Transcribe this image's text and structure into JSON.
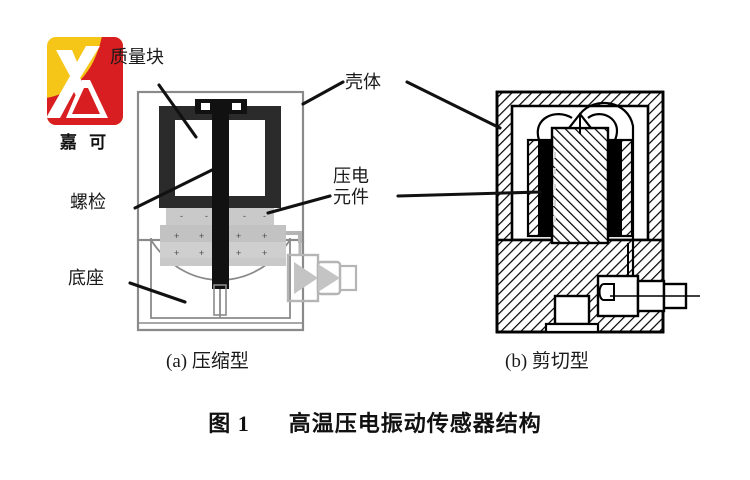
{
  "figure": {
    "title_number": "图 1",
    "title_text": "高温压电振动传感器结构",
    "subcaptions": [
      {
        "id": "a",
        "label": "(a) 压缩型"
      },
      {
        "id": "b",
        "label": "(b) 剪切型"
      }
    ]
  },
  "watermark": {
    "name": "jiake-logo",
    "text": "嘉 可",
    "colors": {
      "yellow": "#F5C518",
      "red": "#D81E20",
      "white": "#FFFFFF"
    }
  },
  "callouts": [
    {
      "name": "mass-block",
      "text": "质量块",
      "lines": [
        "质量块"
      ]
    },
    {
      "name": "housing",
      "text": "壳体",
      "lines": [
        "壳体"
      ]
    },
    {
      "name": "screw",
      "text": "螺检",
      "lines": [
        "螺检"
      ]
    },
    {
      "name": "piezo-element",
      "text": "压电元件",
      "lines": [
        "压电",
        "元件"
      ]
    },
    {
      "name": "base",
      "text": "底座",
      "lines": [
        "底座"
      ]
    }
  ],
  "colors": {
    "ink": "#1a1a1a",
    "outline_gray": "#8a8a8a",
    "mass_dark": "#2b2b2b",
    "piezo_gray": "#c9c9c9",
    "piezo_gray_dark": "#b3b3b3",
    "connector_gray": "#b5b5b5",
    "hatch_black": "#000000",
    "page_bg": "#ffffff"
  },
  "diagram_a": {
    "name": "compression-type-sensor",
    "parts": [
      "outer-housing",
      "mass-block",
      "center-screw",
      "piezo-stack",
      "base",
      "side-connector"
    ],
    "piezo_signs": [
      "-",
      "+",
      "+",
      "-"
    ]
  },
  "diagram_b": {
    "name": "shear-type-sensor",
    "parts": [
      "hatched-housing",
      "center-mass",
      "piezo-plates-left",
      "piezo-plates-right",
      "wire-loops",
      "terminal",
      "bottom-block",
      "side-connector"
    ]
  }
}
